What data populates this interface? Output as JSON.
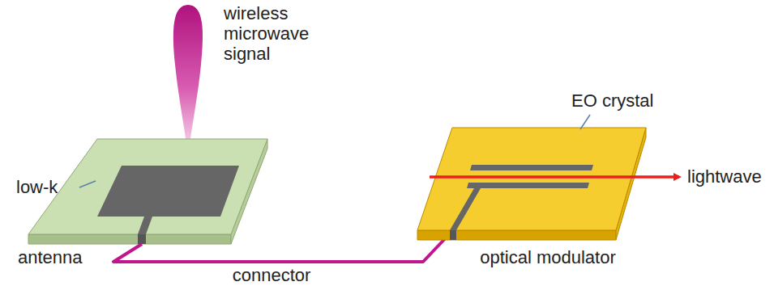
{
  "diagram": {
    "labels": [
      "wireless microwave signal",
      "low-k",
      "antenna",
      "connector",
      "EO crystal",
      "lightwave",
      "optical modulator"
    ]
  }
}
